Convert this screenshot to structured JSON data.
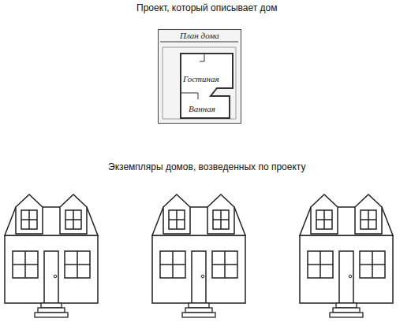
{
  "diagram": {
    "title": "Проект, который описывает дом",
    "nodes": [
      {
        "text": [
          "План дома",
          "Гостиная",
          "Ванная"
        ]
      }
    ],
    "labels": [
      "Экземпляры домов, возведенных по проекту"
    ]
  }
}
